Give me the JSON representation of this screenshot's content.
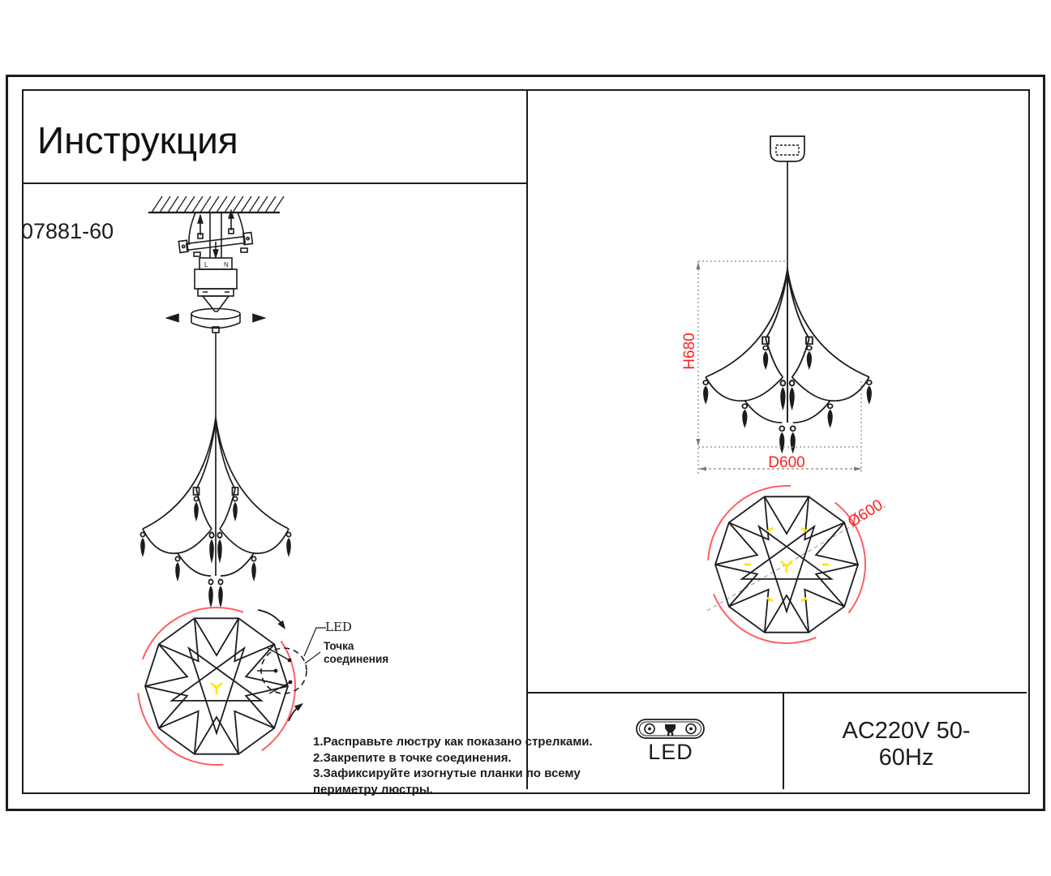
{
  "page": {
    "title": "Инструкция",
    "model": "07881-60"
  },
  "left_panel": {
    "callouts": {
      "led": "LED",
      "connection_point": "Точка\nсоединения"
    },
    "instructions": "1.Расправьте люстру как показано стрелками.\n2.Закрепите в точке соединения.\n3.Зафиксируйте изогнутые планки по всему\nпериметру люстры.",
    "terminal": {
      "l": "L",
      "n": "N"
    }
  },
  "right_panel": {
    "dimensions": {
      "height": "H680",
      "diameter_side": "D600",
      "diameter_top": "Ø600"
    }
  },
  "spec_table": {
    "led_label": "LED",
    "power": "AC220V 50-60Hz"
  },
  "colors": {
    "line_black": "#1c1c1c",
    "dimension_red": "#ff2222",
    "arc_red": "#ff5f5f",
    "accent_yellow": "#ffe800",
    "dash_gray": "#9a9a9a"
  }
}
